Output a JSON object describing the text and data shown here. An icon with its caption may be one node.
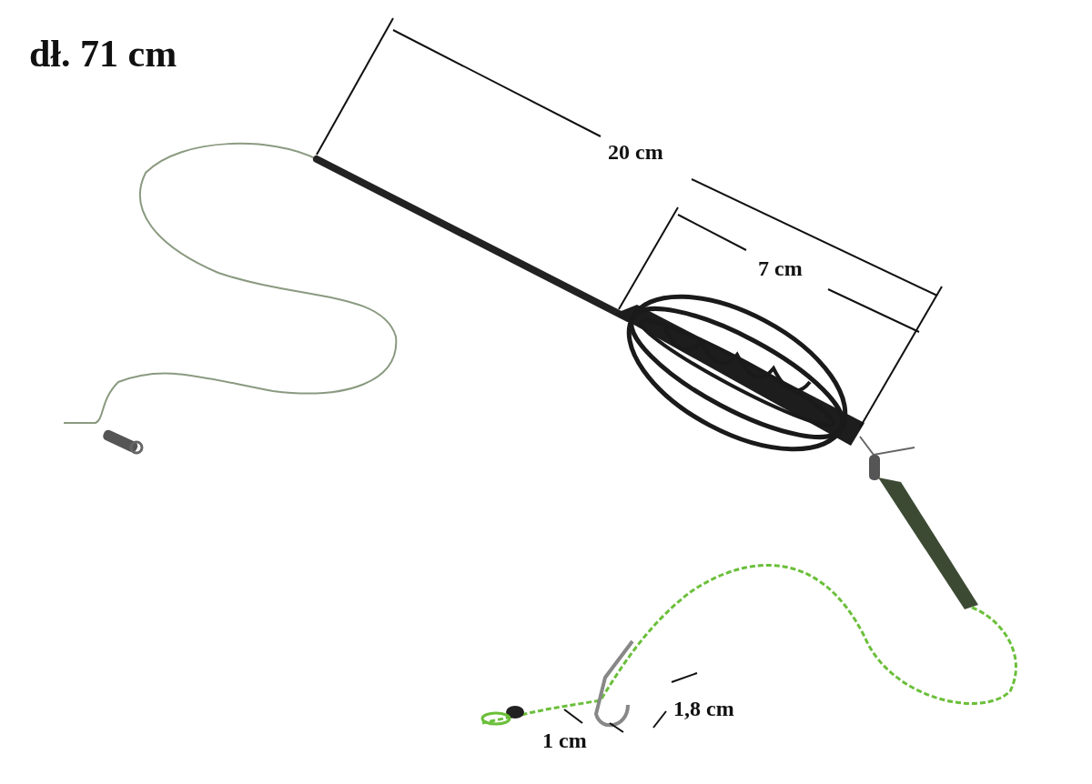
{
  "diagram": {
    "labels": [
      "dł. 71 cm",
      "20 cm",
      "7 cm",
      "1,8 cm",
      "1 cm"
    ]
  }
}
